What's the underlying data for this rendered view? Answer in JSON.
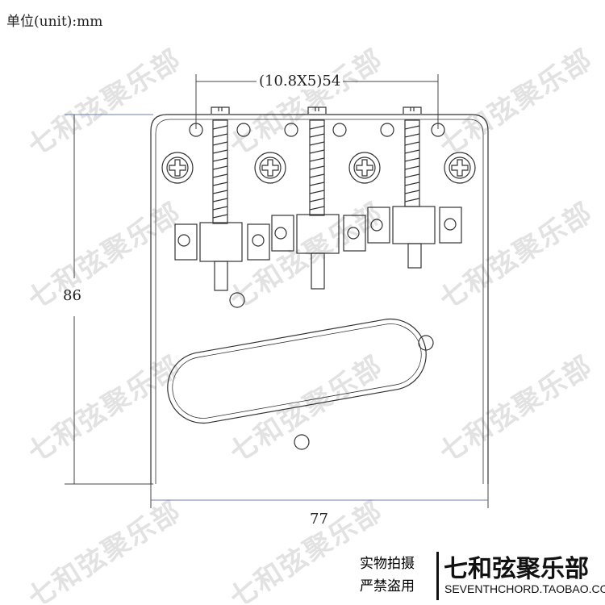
{
  "unit_label": "单位(unit):mm",
  "dimensions": {
    "spacing": "(10.8X5)54",
    "height": "86",
    "width": "77"
  },
  "watermark": "七和弦聚乐部",
  "footer": {
    "line1": "实物拍摄",
    "line2": "严禁盗用",
    "brand": "七和弦聚乐部",
    "url": "SEVENTHCHORD.TAOBAO.COM"
  }
}
